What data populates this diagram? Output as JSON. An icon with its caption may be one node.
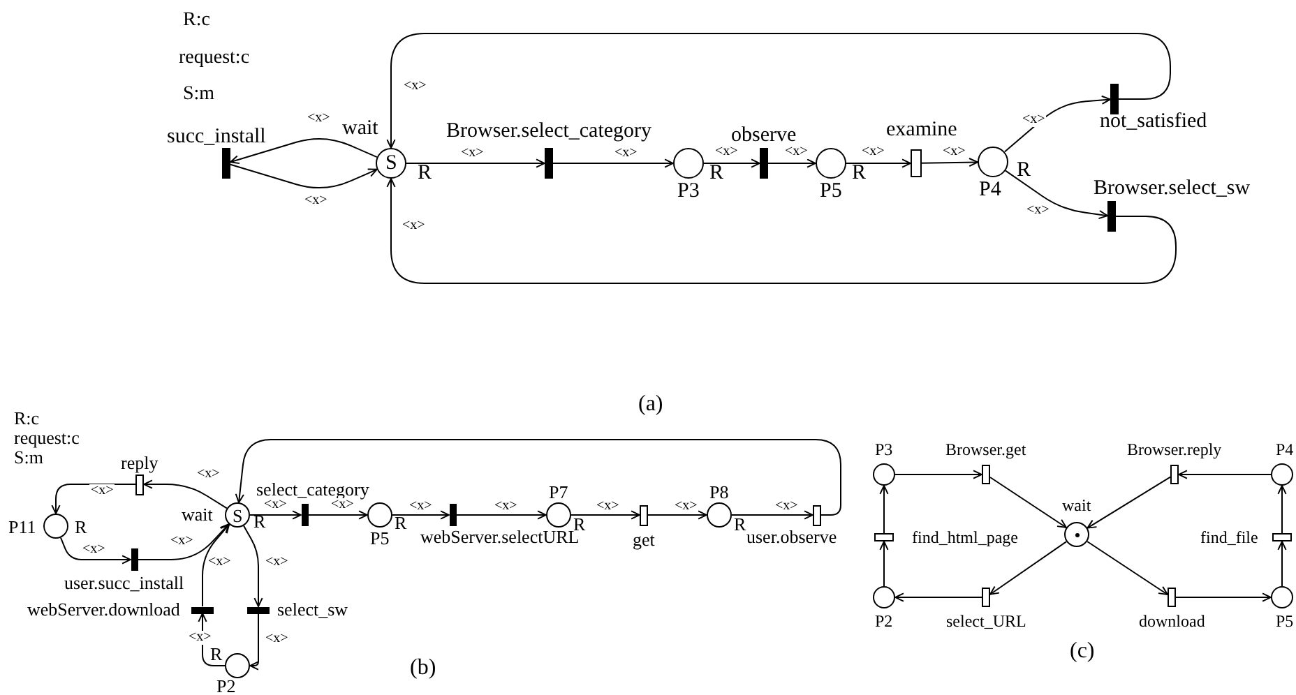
{
  "diagram": {
    "nodes": [
      {
        "text": [
          "S"
        ],
        "beside": [
          "wait",
          "R"
        ]
      },
      {
        "text": [
          "succ_install"
        ]
      },
      {
        "text": [
          "Browser.select_category"
        ]
      },
      {
        "text": [
          "P3"
        ],
        "beside": [
          "R"
        ]
      },
      {
        "text": [
          "observe"
        ]
      },
      {
        "text": [
          "P5"
        ],
        "beside": [
          "R"
        ]
      },
      {
        "text": [
          "examine"
        ]
      },
      {
        "text": [
          "P4"
        ],
        "beside": [
          "R"
        ]
      },
      {
        "text": [
          "not_satisfied"
        ]
      },
      {
        "text": [
          "Browser.select_sw"
        ]
      },
      {
        "text": [
          "S"
        ],
        "beside": [
          "wait",
          "R"
        ]
      },
      {
        "text": [
          "reply"
        ]
      },
      {
        "text": [
          "P11"
        ],
        "beside": [
          "R"
        ]
      },
      {
        "text": [
          "user.succ_install"
        ]
      },
      {
        "text": [
          "select_category"
        ]
      },
      {
        "text": [
          "P5"
        ],
        "beside": [
          "R"
        ]
      },
      {
        "text": [
          "webServer.selectURL"
        ]
      },
      {
        "text": [
          "P7"
        ],
        "beside": [
          "R"
        ]
      },
      {
        "text": [
          "get"
        ]
      },
      {
        "text": [
          "P8"
        ],
        "beside": [
          "R"
        ]
      },
      {
        "text": [
          "user.observe"
        ]
      },
      {
        "text": [
          "webServer.download"
        ]
      },
      {
        "text": [
          "select_sw"
        ]
      },
      {
        "text": [
          "P2"
        ],
        "beside": [
          "R"
        ]
      },
      {
        "text": [
          "P3"
        ]
      },
      {
        "text": [
          "Browser.get"
        ]
      },
      {
        "text": [
          "wait"
        ]
      },
      {
        "text": [
          "Browser.reply"
        ]
      },
      {
        "text": [
          "P4"
        ]
      },
      {
        "text": [
          "find_html_page"
        ]
      },
      {
        "text": [
          "find_file"
        ]
      },
      {
        "text": [
          "P2"
        ]
      },
      {
        "text": [
          "select_URL"
        ]
      },
      {
        "text": [
          "download"
        ]
      },
      {
        "text": [
          "P5"
        ]
      }
    ],
    "edges": [
      {
        "from": 0,
        "to": 1,
        "arrow": "to",
        "label": "<x>"
      },
      {
        "from": 1,
        "to": 0,
        "arrow": "to",
        "label": "<x>"
      },
      {
        "from": 0,
        "to": 2,
        "arrow": "to",
        "label": "<x>"
      },
      {
        "from": 2,
        "to": 3,
        "arrow": "to",
        "label": "<x>"
      },
      {
        "from": 3,
        "to": 4,
        "arrow": "to",
        "label": "<x>"
      },
      {
        "from": 4,
        "to": 5,
        "arrow": "to",
        "label": "<x>"
      },
      {
        "from": 5,
        "to": 6,
        "arrow": "to",
        "label": "<x>"
      },
      {
        "from": 6,
        "to": 7,
        "arrow": "to",
        "label": "<x>"
      },
      {
        "from": 7,
        "to": 8,
        "arrow": "to",
        "label": "<x>"
      },
      {
        "from": 7,
        "to": 9,
        "arrow": "to",
        "label": "<x>"
      },
      {
        "from": 8,
        "to": 0,
        "arrow": "to",
        "label": "<x>"
      },
      {
        "from": 9,
        "to": 0,
        "arrow": "to",
        "label": "<x>"
      },
      {
        "from": 10,
        "to": 11,
        "arrow": "to",
        "label": "<x>"
      },
      {
        "from": 11,
        "to": 12,
        "arrow": "to",
        "label": "<x>"
      },
      {
        "from": 12,
        "to": 13,
        "arrow": "to",
        "label": "<x>"
      },
      {
        "from": 13,
        "to": 10,
        "arrow": "to",
        "label": "<x>"
      },
      {
        "from": 10,
        "to": 14,
        "arrow": "to",
        "label": "<x>"
      },
      {
        "from": 14,
        "to": 15,
        "arrow": "to",
        "label": "<x>"
      },
      {
        "from": 15,
        "to": 16,
        "arrow": "to",
        "label": "<x>"
      },
      {
        "from": 16,
        "to": 17,
        "arrow": "to",
        "label": "<x>"
      },
      {
        "from": 17,
        "to": 18,
        "arrow": "to",
        "label": "<x>"
      },
      {
        "from": 18,
        "to": 19,
        "arrow": "to",
        "label": "<x>"
      },
      {
        "from": 19,
        "to": 20,
        "arrow": "to",
        "label": "<x>"
      },
      {
        "from": 20,
        "to": 10,
        "arrow": "to"
      },
      {
        "from": 10,
        "to": 22,
        "arrow": "to",
        "label": "<x>"
      },
      {
        "from": 22,
        "to": 23,
        "arrow": "to",
        "label": "<x>"
      },
      {
        "from": 23,
        "to": 21,
        "arrow": "to",
        "label": "<x>"
      },
      {
        "from": 21,
        "to": 10,
        "arrow": "to",
        "label": "<x>"
      },
      {
        "from": 24,
        "to": 25,
        "arrow": "to"
      },
      {
        "from": 25,
        "to": 26,
        "arrow": "to"
      },
      {
        "from": 28,
        "to": 27,
        "arrow": "to"
      },
      {
        "from": 27,
        "to": 26,
        "arrow": "to"
      },
      {
        "from": 26,
        "to": 32,
        "arrow": "to"
      },
      {
        "from": 32,
        "to": 31,
        "arrow": "to"
      },
      {
        "from": 31,
        "to": 29,
        "arrow": "to"
      },
      {
        "from": 29,
        "to": 24,
        "arrow": "to"
      },
      {
        "from": 26,
        "to": 33,
        "arrow": "to"
      },
      {
        "from": 33,
        "to": 34,
        "arrow": "to"
      },
      {
        "from": 34,
        "to": 30,
        "arrow": "to"
      },
      {
        "from": 30,
        "to": 28,
        "arrow": "to"
      }
    ],
    "labels": [
      "R:c",
      "request:c",
      "S:m",
      "(a)",
      "R:c",
      "request:c",
      "S:m",
      "(b)",
      "(c)"
    ]
  }
}
